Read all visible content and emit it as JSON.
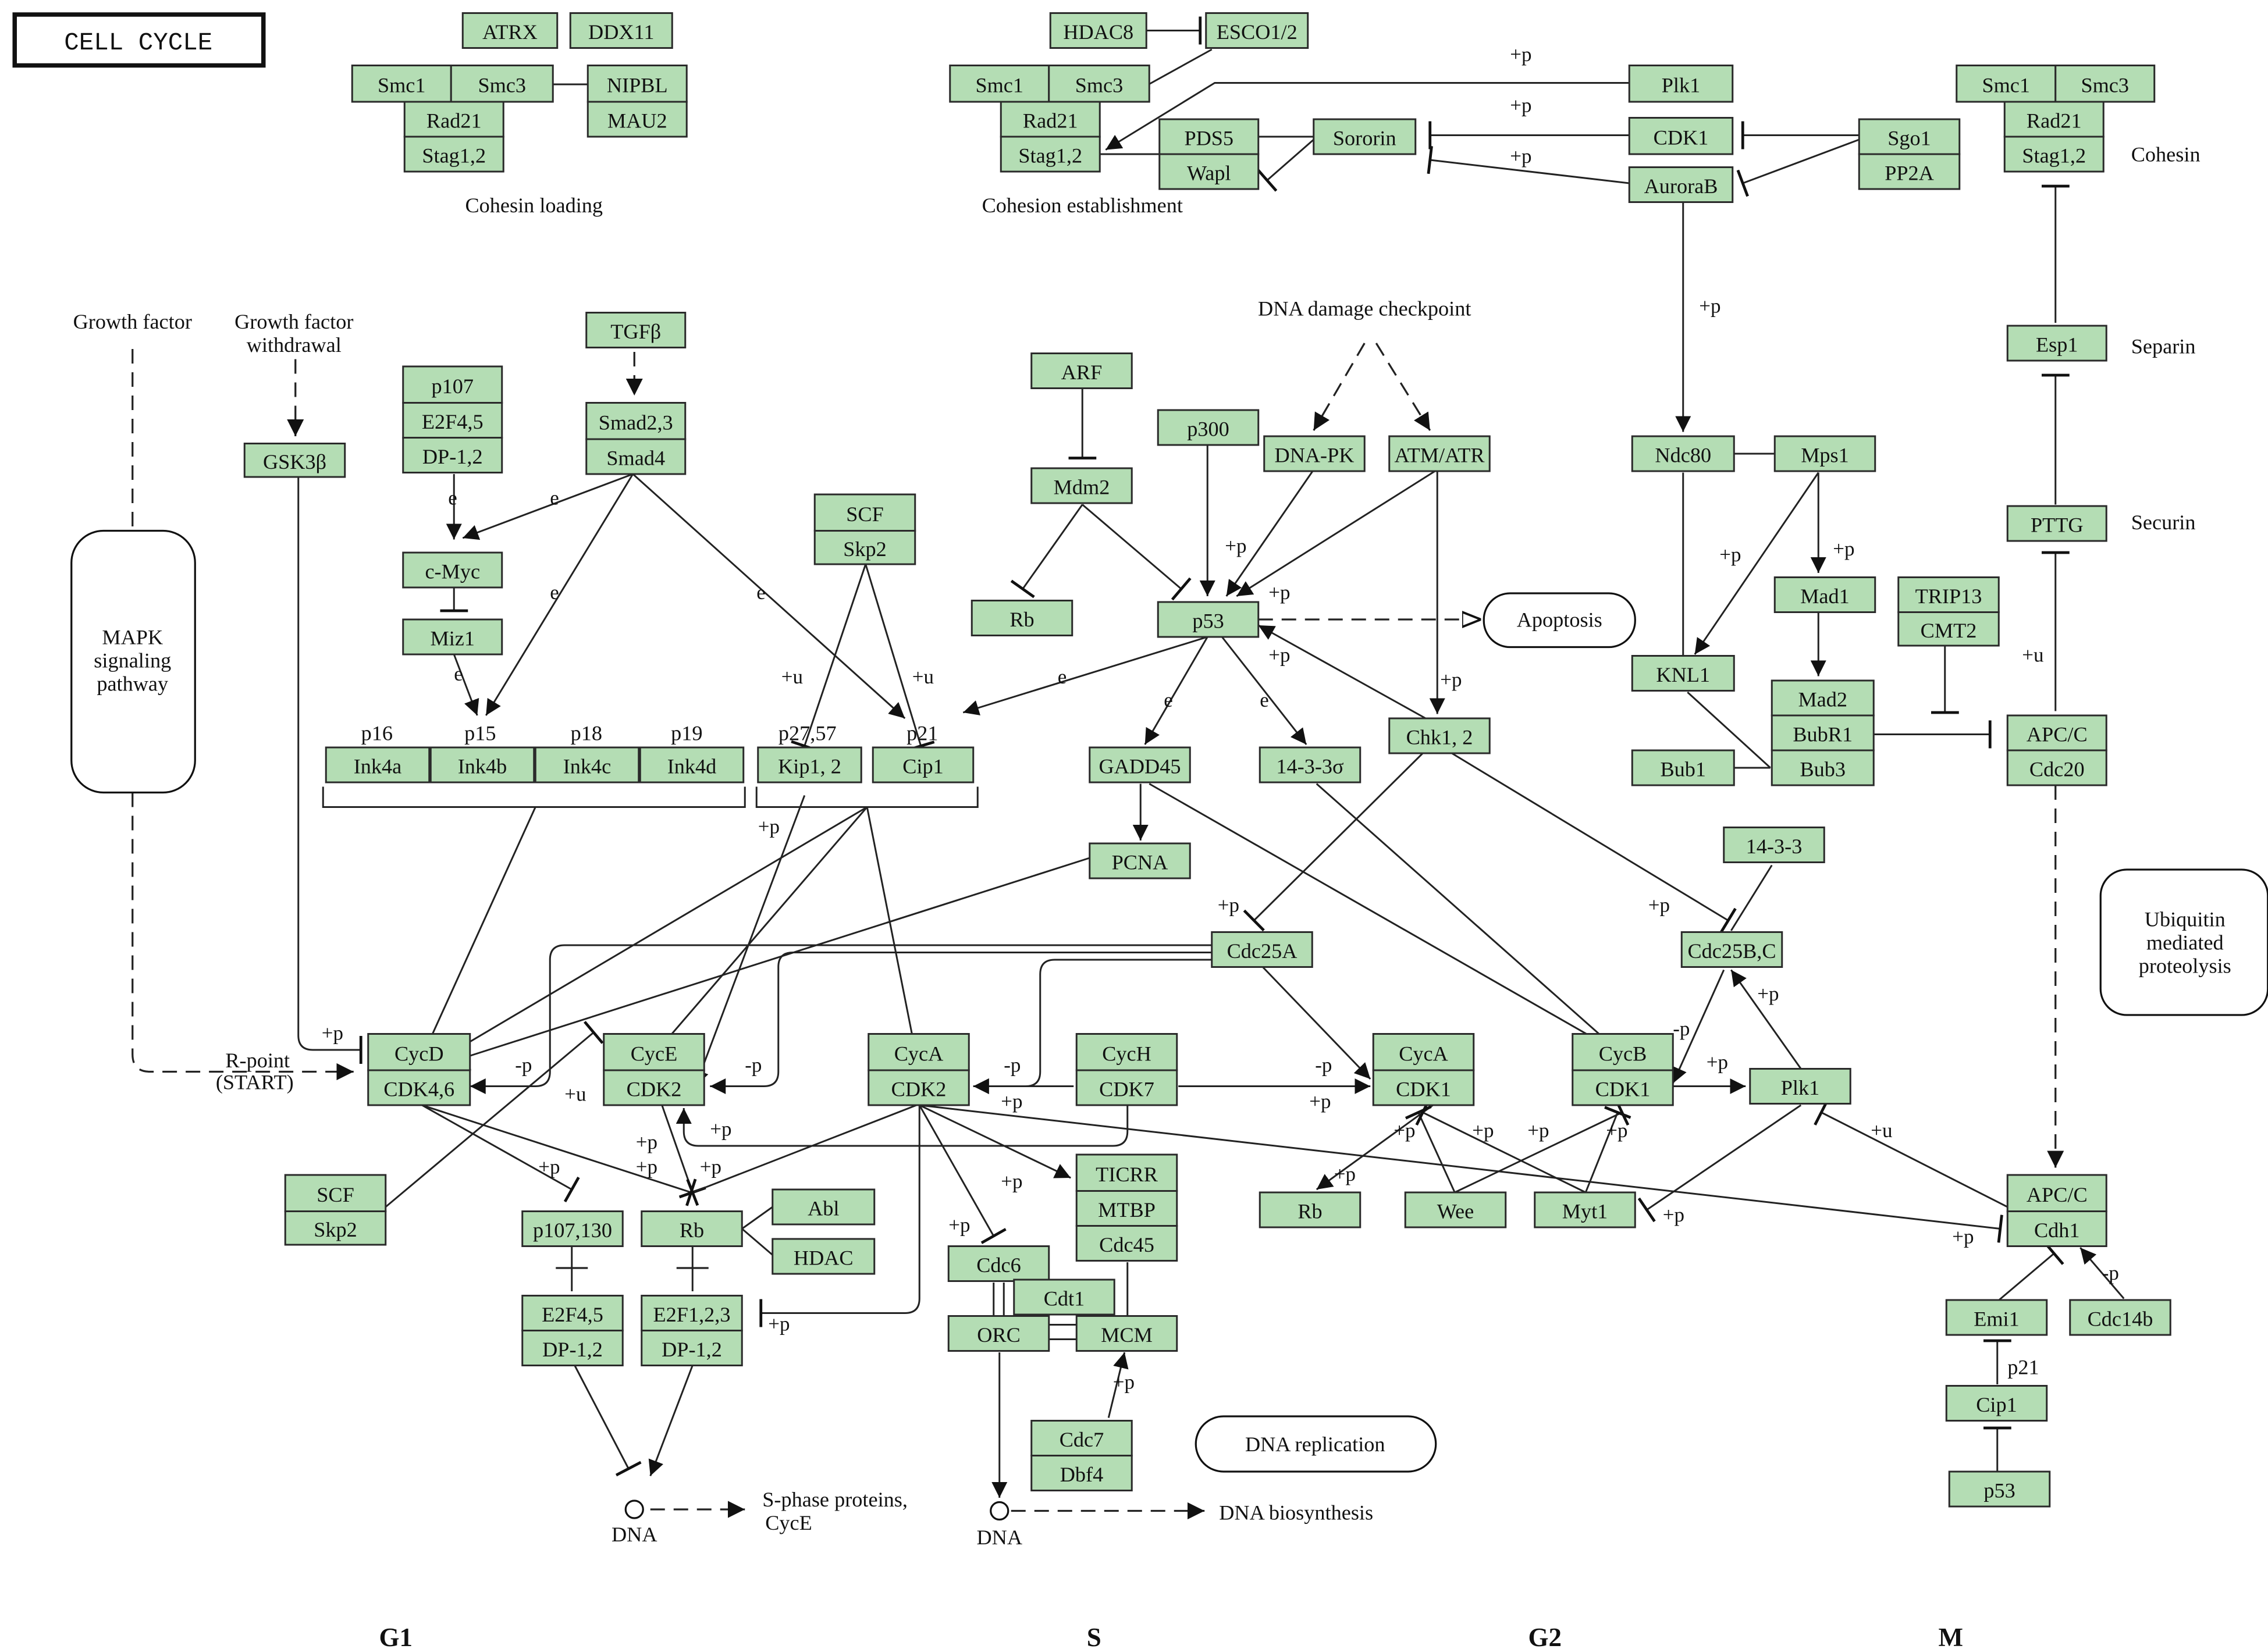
{
  "title": "CELL CYCLE",
  "phases": [
    "G1",
    "S",
    "G2",
    "M"
  ],
  "labels": {
    "cohesin_loading": "Cohesin loading",
    "cohesion_establishment": "Cohesion establishment",
    "cohesin": "Cohesin",
    "separin": "Separin",
    "securin": "Securin",
    "growth_factor": "Growth factor",
    "growth_factor_withdrawal_1": "Growth factor",
    "growth_factor_withdrawal_2": "withdrawal",
    "dna_damage_checkpoint": "DNA damage checkpoint",
    "r_point_1": "R-point",
    "r_point_2": "(START)",
    "dna_1": "DNA",
    "dna_2": "DNA",
    "s_phase_proteins_1": "S-phase proteins,",
    "s_phase_proteins_2": "CycE",
    "dna_biosynthesis": "DNA biosynthesis",
    "p16": "p16",
    "p15": "p15",
    "p18": "p18",
    "p19": "p19",
    "p27_57": "p27,57",
    "p21": "p21",
    "p21_m": "p21"
  },
  "maps": {
    "mapk": [
      "MAPK",
      "signaling",
      "pathway"
    ],
    "apoptosis": "Apoptosis",
    "ubiquitin": [
      "Ubiquitin",
      "mediated",
      "proteolysis"
    ],
    "dna_replication": "DNA replication"
  },
  "nodes": {
    "atrx": "ATRX",
    "ddx11": "DDX11",
    "smc1_a": "Smc1",
    "smc3_a": "Smc3",
    "rad21_a": "Rad21",
    "stag_a": "Stag1,2",
    "nipbl": "NIPBL",
    "mau2": "MAU2",
    "hdac8": "HDAC8",
    "esco": "ESCO1/2",
    "smc1_b": "Smc1",
    "smc3_b": "Smc3",
    "rad21_b": "Rad21",
    "stag_b": "Stag1,2",
    "pds5": "PDS5",
    "wapl": "Wapl",
    "sororin": "Sororin",
    "plk1_top": "Plk1",
    "cdk1_top": "CDK1",
    "aurorab": "AuroraB",
    "sgo1": "Sgo1",
    "pp2a": "PP2A",
    "smc1_c": "Smc1",
    "smc3_c": "Smc3",
    "rad21_c": "Rad21",
    "stag_c": "Stag1,2",
    "tgfb": "TGFβ",
    "smad23": "Smad2,3",
    "smad4": "Smad4",
    "p107": "p107",
    "e2f45_top": "E2F4,5",
    "dp12_top": "DP-1,2",
    "gsk3b": "GSK3β",
    "cmyc": "c-Myc",
    "miz1": "Miz1",
    "ink4a": "Ink4a",
    "ink4b": "Ink4b",
    "ink4c": "Ink4c",
    "ink4d": "Ink4d",
    "scf_top": "SCF",
    "skp2_top": "Skp2",
    "kip12": "Kip1, 2",
    "cip1": "Cip1",
    "arf": "ARF",
    "mdm2": "Mdm2",
    "rb_top": "Rb",
    "p300": "p300",
    "dnapk": "DNA-PK",
    "atmatr": "ATM/ATR",
    "p53": "p53",
    "gadd45": "GADD45",
    "s1433sigma": "14-3-3σ",
    "chk12": "Chk1, 2",
    "pcna": "PCNA",
    "cdc25a": "Cdc25A",
    "ndc80": "Ndc80",
    "mps1": "Mps1",
    "mad1": "Mad1",
    "knl1": "KNL1",
    "mad2": "Mad2",
    "bubr1": "BubR1",
    "bub3": "Bub3",
    "bub1": "Bub1",
    "trip13": "TRIP13",
    "cmt2": "CMT2",
    "esp1": "Esp1",
    "pttg": "PTTG",
    "apcc_a": "APC/C",
    "cdc20": "Cdc20",
    "s1433": "14-3-3",
    "cdc25bc": "Cdc25B,C",
    "cycd": "CycD",
    "cdk46": "CDK4,6",
    "cyce": "CycE",
    "cdk2_e": "CDK2",
    "cyca_s": "CycA",
    "cdk2_a": "CDK2",
    "cych": "CycH",
    "cdk7": "CDK7",
    "cyca_g2": "CycA",
    "cdk1_a": "CDK1",
    "cycb": "CycB",
    "cdk1_b": "CDK1",
    "plk1_m": "Plk1",
    "scf_bot": "SCF",
    "skp2_bot": "Skp2",
    "p107130": "p107,130",
    "rb_mid": "Rb",
    "abl": "Abl",
    "hdac": "HDAC",
    "e2f45": "E2F4,5",
    "dp12_a": "DP-1,2",
    "e2f123": "E2F1,2,3",
    "dp12_b": "DP-1,2",
    "ticrr": "TICRR",
    "mtbp": "MTBP",
    "cdc45": "Cdc45",
    "cdc6": "Cdc6",
    "cdt1": "Cdt1",
    "orc": "ORC",
    "mcm": "MCM",
    "cdc7": "Cdc7",
    "dbf4": "Dbf4",
    "rb_g2": "Rb",
    "wee": "Wee",
    "myt1": "Myt1",
    "apcc_b": "APC/C",
    "cdh1": "Cdh1",
    "emi1": "Emi1",
    "cdc14b": "Cdc14b",
    "cip1_m": "Cip1",
    "p53_m": "p53"
  },
  "edge_labels": {
    "plus_p": "+p",
    "minus_p": "-p",
    "plus_u": "+u",
    "e": "e"
  }
}
